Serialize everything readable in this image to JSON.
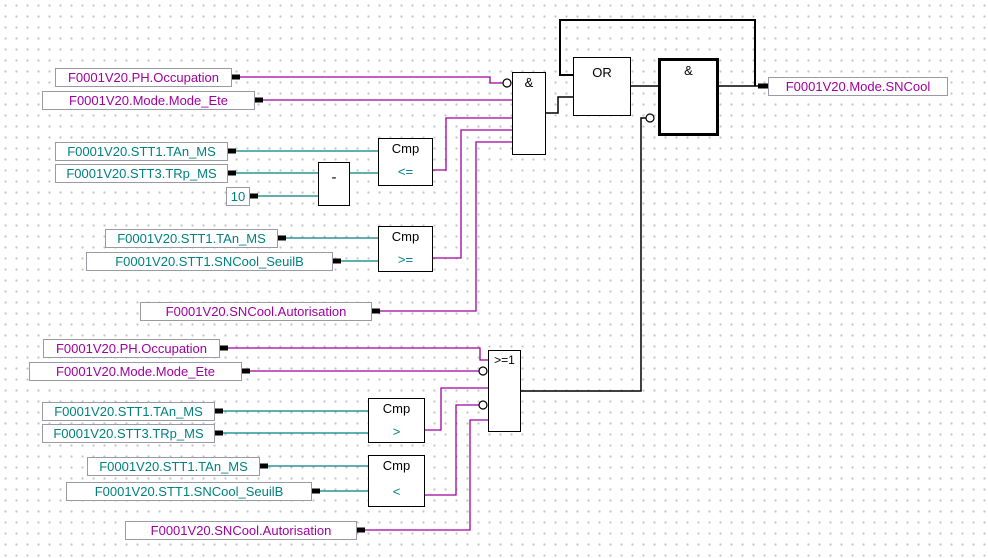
{
  "vars": [
    {
      "label": "F0001V20.PH.Occupation",
      "type": "BOOL"
    },
    {
      "label": "F0001V20.Mode.Mode_Ete",
      "type": "BOOL"
    },
    {
      "label": "F0001V20.STT1.TAn_MS",
      "type": "NUM"
    },
    {
      "label": "F0001V20.STT3.TRp_MS",
      "type": "NUM"
    },
    {
      "label": "10",
      "type": "NUM"
    },
    {
      "label": "F0001V20.STT1.TAn_MS",
      "type": "NUM"
    },
    {
      "label": "F0001V20.STT1.SNCool_SeuilB",
      "type": "NUM"
    },
    {
      "label": "F0001V20.SNCool.Autorisation",
      "type": "BOOL"
    },
    {
      "label": "F0001V20.PH.Occupation",
      "type": "BOOL"
    },
    {
      "label": "F0001V20.Mode.Mode_Ete",
      "type": "BOOL"
    },
    {
      "label": "F0001V20.STT1.TAn_MS",
      "type": "NUM"
    },
    {
      "label": "F0001V20.STT3.TRp_MS",
      "type": "NUM"
    },
    {
      "label": "F0001V20.STT1.TAn_MS",
      "type": "NUM"
    },
    {
      "label": "F0001V20.STT1.SNCool_SeuilB",
      "type": "NUM"
    },
    {
      "label": "F0001V20.SNCool.Autorisation",
      "type": "BOOL"
    }
  ],
  "output": {
    "label": "F0001V20.Mode.SNCool"
  },
  "gates": {
    "and_top": "&",
    "or_top": "OR",
    "and_main": "&",
    "or_ge": ">=1",
    "cmp_header": "Cmp",
    "op_le": "<=",
    "op_ge": ">=",
    "op_gt": ">",
    "op_lt": "<",
    "sub": "-"
  },
  "colors": {
    "bool_signal": "#a000a0",
    "numeric_signal": "#008080",
    "black_link": "#000000",
    "grid_dot": "#c4c4c4",
    "box_border": "#9a9aa6"
  }
}
